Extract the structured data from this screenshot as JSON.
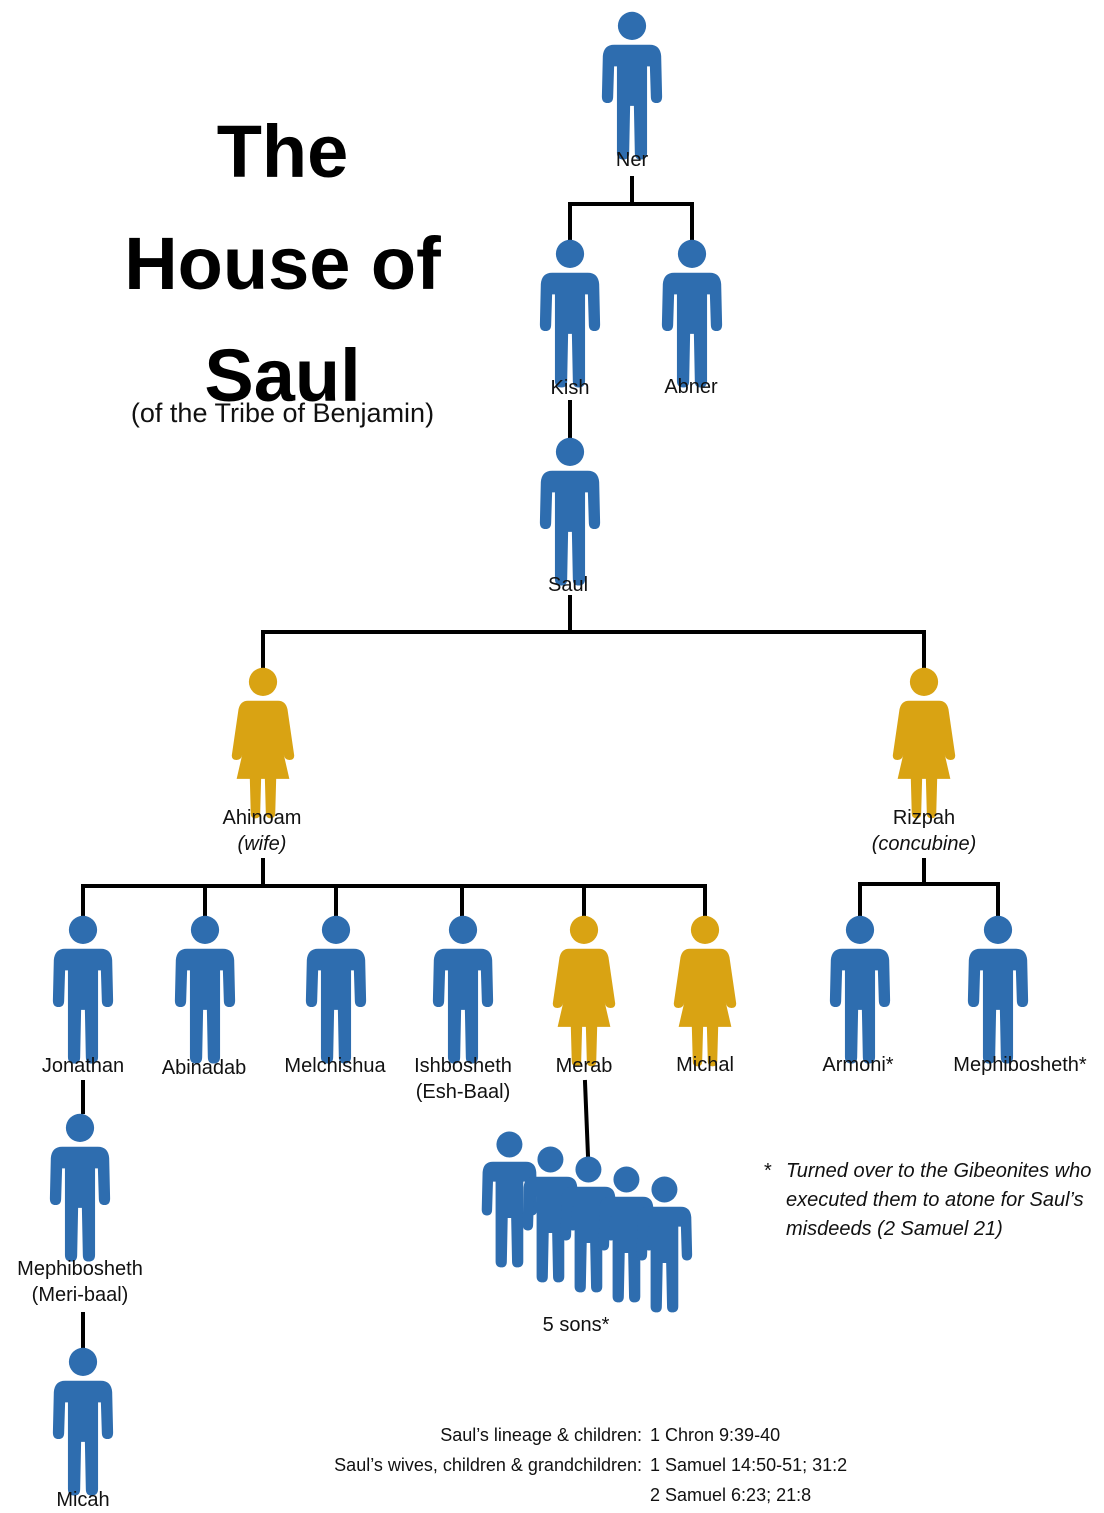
{
  "title_lines": [
    "The",
    "House of",
    "Saul"
  ],
  "subtitle": "(of the Tribe of Benjamin)",
  "colors": {
    "male": "#2E6DAF",
    "female": "#D9A313",
    "line": "#000000"
  },
  "icon_names": {
    "male": "male-person-icon",
    "female": "female-person-icon"
  },
  "people": {
    "ner": {
      "name": "Ner",
      "gender": "male"
    },
    "kish": {
      "name": "Kish",
      "gender": "male"
    },
    "abner": {
      "name": "Abner",
      "gender": "male"
    },
    "saul": {
      "name": "Saul",
      "gender": "male"
    },
    "ahinoam": {
      "name": "Ahinoam",
      "role": "(wife)",
      "gender": "female"
    },
    "rizpah": {
      "name": "Rizpah",
      "role": "(concubine)",
      "gender": "female"
    },
    "jonathan": {
      "name": "Jonathan",
      "gender": "male"
    },
    "abinadab": {
      "name": "Abinadab",
      "gender": "male"
    },
    "melchishua": {
      "name": "Melchishua",
      "gender": "male"
    },
    "ishbosheth": {
      "name": "Ishbosheth",
      "alt": "(Esh-Baal)",
      "gender": "male"
    },
    "merab": {
      "name": "Merab",
      "gender": "female"
    },
    "michal": {
      "name": "Michal",
      "gender": "female"
    },
    "armoni": {
      "name": "Armoni*",
      "gender": "male"
    },
    "mephibosheth_r": {
      "name": "Mephibosheth*",
      "gender": "male"
    },
    "mephibosheth_j": {
      "name": "Mephibosheth",
      "alt": "(Meri-baal)",
      "gender": "male"
    },
    "micah": {
      "name": "Micah",
      "gender": "male"
    },
    "five_sons": {
      "name": "5 sons*",
      "gender": "male",
      "count": 5
    }
  },
  "note": {
    "marker": "*",
    "text": "Turned over to the Gibeonites who executed them to atone for Saul’s misdeeds (2 Samuel 21)"
  },
  "references": [
    {
      "label": "Saul’s lineage & children:",
      "value": "1 Chron 9:39-40"
    },
    {
      "label": "Saul’s wives, children & grandchildren:",
      "value": "1 Samuel 14:50-51; 31:2"
    },
    {
      "label": "",
      "value": "2 Samuel 6:23; 21:8"
    }
  ]
}
